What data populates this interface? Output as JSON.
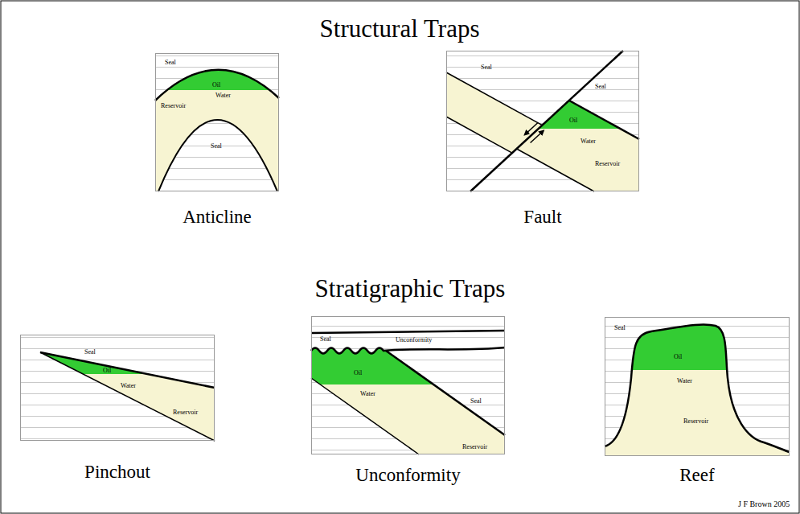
{
  "diagram": {
    "nodes": [
      {
        "text": [
          "Anticline"
        ]
      },
      {
        "text": [
          "Fault"
        ]
      },
      {
        "text": [
          "Pinchout"
        ]
      },
      {
        "text": [
          "Unconformity"
        ]
      },
      {
        "text": [
          "Reef"
        ]
      }
    ],
    "labels": [
      "Structural Traps",
      "Seal",
      "Oil",
      "Water",
      "Reservoir",
      "Seal",
      "Seal",
      "Seal",
      "Oil",
      "Water",
      "Reservoir",
      "Stratigraphic Traps",
      "Seal",
      "Oil",
      "Water",
      "Reservoir",
      "Seal",
      "Unconformity",
      "Oil",
      "Water",
      "Seal",
      "Reservoir",
      "Seal",
      "Oil",
      "Water",
      "Reservoir",
      "J F Brown 2005"
    ]
  }
}
